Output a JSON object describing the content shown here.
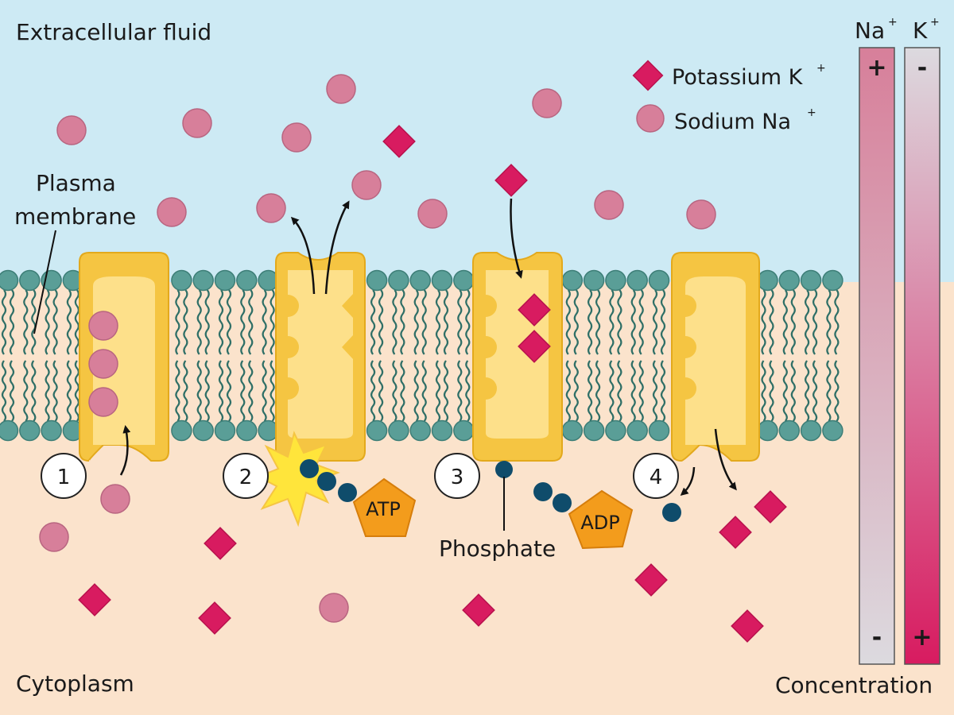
{
  "labels": {
    "extracellular": "Extracellular fluid",
    "plasma_line1": "Plasma",
    "plasma_line2": "membrane",
    "cytoplasm": "Cytoplasm",
    "phosphate": "Phosphate",
    "concentration": "Concentration"
  },
  "legend": {
    "potassium_text": "Potassium K",
    "potassium_sup": "+",
    "sodium_text": "Sodium Na",
    "sodium_sup": "+"
  },
  "gradient": {
    "na_label": "Na",
    "na_sup": "+",
    "k_label": "K",
    "k_sup": "+",
    "na_top": "+",
    "na_bottom": "-",
    "k_top": "-",
    "k_bottom": "+"
  },
  "steps": [
    "1",
    "2",
    "3",
    "4"
  ],
  "molecules": {
    "atp": "ATP",
    "adp": "ADP"
  },
  "colors": {
    "extracellular_bg": "#cdeaf4",
    "cytoplasm_bg": "#fbe3cc",
    "membrane_head": "#5a9e97",
    "membrane_tail": "#2f6f67",
    "pump_outer": "#f5c542",
    "pump_inner": "#fde08a",
    "sodium": "#d77f9a",
    "potassium": "#d81b60",
    "phosphate": "#0f4c6b",
    "atp": "#f39c1c",
    "flash": "#ffe53b"
  }
}
